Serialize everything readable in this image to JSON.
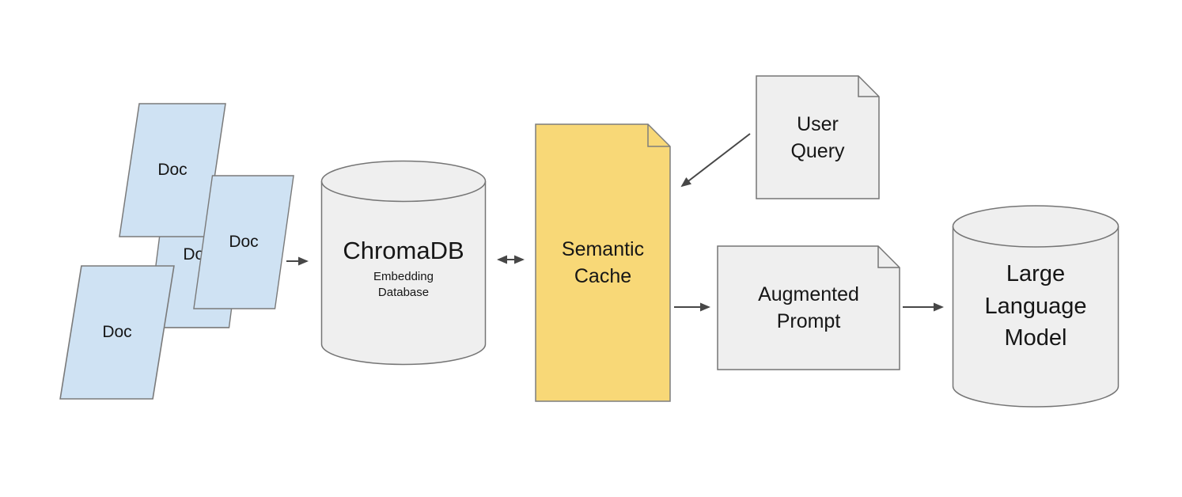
{
  "diagram": {
    "type": "flow-diagram",
    "background": "#ffffff",
    "nodes": {
      "docs": {
        "shape": "parallelogram-stack",
        "items": [
          {
            "label": "Doc"
          },
          {
            "label": "Doc"
          },
          {
            "label": "Doc"
          },
          {
            "label": "Doc"
          }
        ]
      },
      "chromadb": {
        "shape": "cylinder",
        "title": "ChromaDB",
        "subtitle": "Embedding Database"
      },
      "semantic_cache": {
        "shape": "folded-document",
        "label": "Semantic Cache"
      },
      "user_query": {
        "shape": "folded-document",
        "label": "User Query"
      },
      "augmented_prompt": {
        "shape": "folded-document",
        "label": "Augmented Prompt"
      },
      "llm": {
        "shape": "cylinder",
        "label": "Large Language Model"
      }
    },
    "edges": [
      {
        "from": "docs",
        "to": "chromadb",
        "arrows": "end"
      },
      {
        "from": "chromadb",
        "to": "semantic_cache",
        "arrows": "both"
      },
      {
        "from": "user_query",
        "to": "semantic_cache",
        "arrows": "end"
      },
      {
        "from": "semantic_cache",
        "to": "augmented_prompt",
        "arrows": "end"
      },
      {
        "from": "augmented_prompt",
        "to": "llm",
        "arrows": "end"
      }
    ],
    "colors": {
      "doc_fill": "#cfe2f3",
      "doc_border": "#7a7a7a",
      "gray_fill": "#efefef",
      "gray_border": "#757575",
      "cache_fill": "#f8d877",
      "cache_border": "#7d7d7d",
      "arrow": "#474747"
    }
  }
}
